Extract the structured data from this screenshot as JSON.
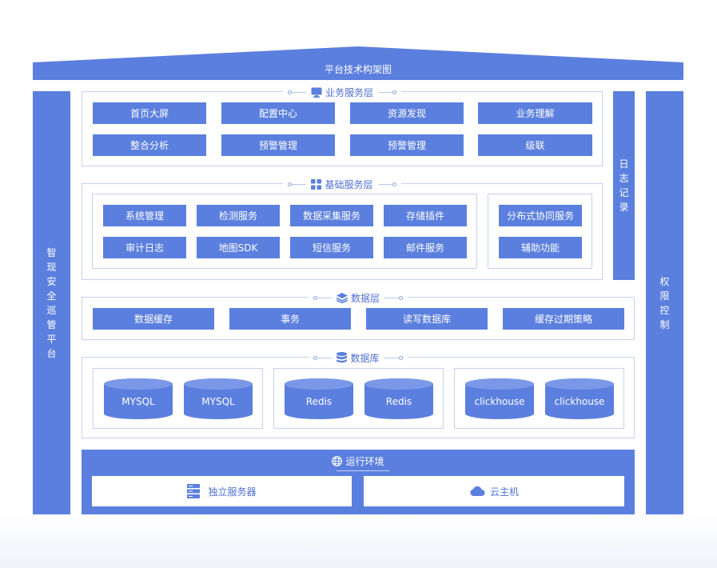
{
  "title": "平台技术构架图",
  "left_pillar": "智现安全巡管平台",
  "right_pillar": "权限控制",
  "log_pillar": "日志记录",
  "business": {
    "title": "业务服务层",
    "icon": "monitor-icon",
    "items": [
      "首页大屏",
      "配置中心",
      "资源发现",
      "业务理解",
      "整合分析",
      "预警管理",
      "预警管理",
      "级联"
    ]
  },
  "base": {
    "title": "基础服务层",
    "icon": "grid-icon",
    "left_items": [
      "系统管理",
      "检测服务",
      "数据采集服务",
      "存储插件",
      "审计日志",
      "地图SDK",
      "短信服务",
      "邮件服务"
    ],
    "right_items": [
      "分布式协同服务",
      "辅助功能"
    ]
  },
  "data_layer": {
    "title": "数据层",
    "icon": "layers-icon",
    "items": [
      "数据缓存",
      "事务",
      "读写数据库",
      "缓存过期策略"
    ]
  },
  "database": {
    "title": "数据库",
    "icon": "database-icon",
    "groups": [
      [
        "MYSQL",
        "MYSQL"
      ],
      [
        "Redis",
        "Redis"
      ],
      [
        "clickhouse",
        "clickhouse"
      ]
    ]
  },
  "runtime": {
    "title": "运行环境",
    "icon": "globe-icon",
    "items": [
      {
        "label": "独立服务器",
        "icon": "server-icon"
      },
      {
        "label": "云主机",
        "icon": "cloud-icon"
      }
    ]
  },
  "colors": {
    "primary": "#5b7fde",
    "border": "#c6d1f0",
    "text_accent": "#4f6fd0"
  }
}
